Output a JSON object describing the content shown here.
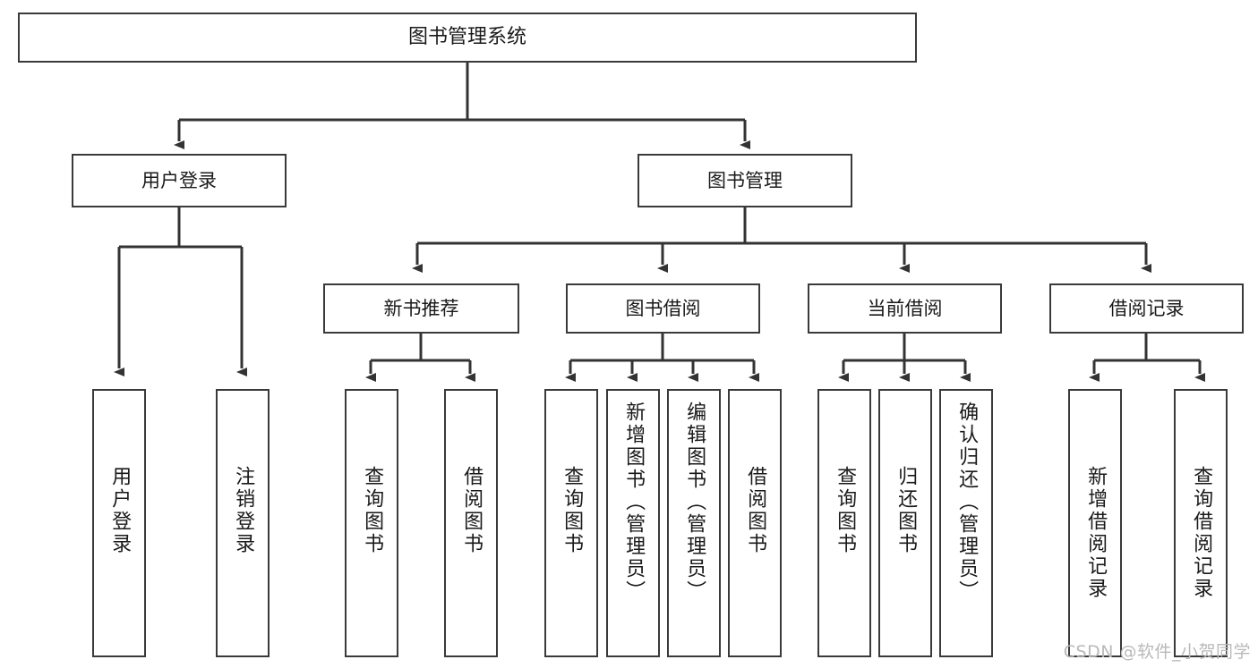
{
  "diagram": {
    "type": "tree-hierarchy",
    "title": "图书管理系统",
    "orientation": "top-down",
    "colors": {
      "box_border": "#3a3a3a",
      "box_fill": "#ffffff",
      "edge": "#333333",
      "text": "#1a1a1a",
      "watermark": "#b9b9b9",
      "background": "#ffffff"
    },
    "watermark": "CSDN @软件_小贺同学",
    "levels": {
      "root": {
        "label": "图书管理系统"
      },
      "level2": [
        {
          "id": "user-login",
          "label": "用户登录"
        },
        {
          "id": "book-manage",
          "label": "图书管理"
        }
      ],
      "level3": [
        {
          "id": "new-book-recommend",
          "label": "新书推荐"
        },
        {
          "id": "book-borrow",
          "label": "图书借阅"
        },
        {
          "id": "current-borrow",
          "label": "当前借阅"
        },
        {
          "id": "borrow-record",
          "label": "借阅记录"
        }
      ],
      "leaves": {
        "user-login": [
          {
            "id": "leaf-user-login",
            "label": "用户登录"
          },
          {
            "id": "leaf-user-logout",
            "label": "注销登录"
          }
        ],
        "new-book-recommend": [
          {
            "id": "leaf-query-book-1",
            "label": "查询图书"
          },
          {
            "id": "leaf-borrow-book-1",
            "label": "借阅图书"
          }
        ],
        "book-borrow": [
          {
            "id": "leaf-query-book-2",
            "label": "查询图书"
          },
          {
            "id": "leaf-add-book",
            "label": "新增图书（管理员）"
          },
          {
            "id": "leaf-edit-book",
            "label": "编辑图书（管理员）"
          },
          {
            "id": "leaf-borrow-book-2",
            "label": "借阅图书"
          }
        ],
        "current-borrow": [
          {
            "id": "leaf-query-book-3",
            "label": "查询图书"
          },
          {
            "id": "leaf-return-book",
            "label": "归还图书"
          },
          {
            "id": "leaf-confirm-return",
            "label": "确认归还（管理员）"
          }
        ],
        "borrow-record": [
          {
            "id": "leaf-add-record",
            "label": "新增借阅记录"
          },
          {
            "id": "leaf-query-record",
            "label": "查询借阅记录"
          }
        ]
      }
    }
  }
}
